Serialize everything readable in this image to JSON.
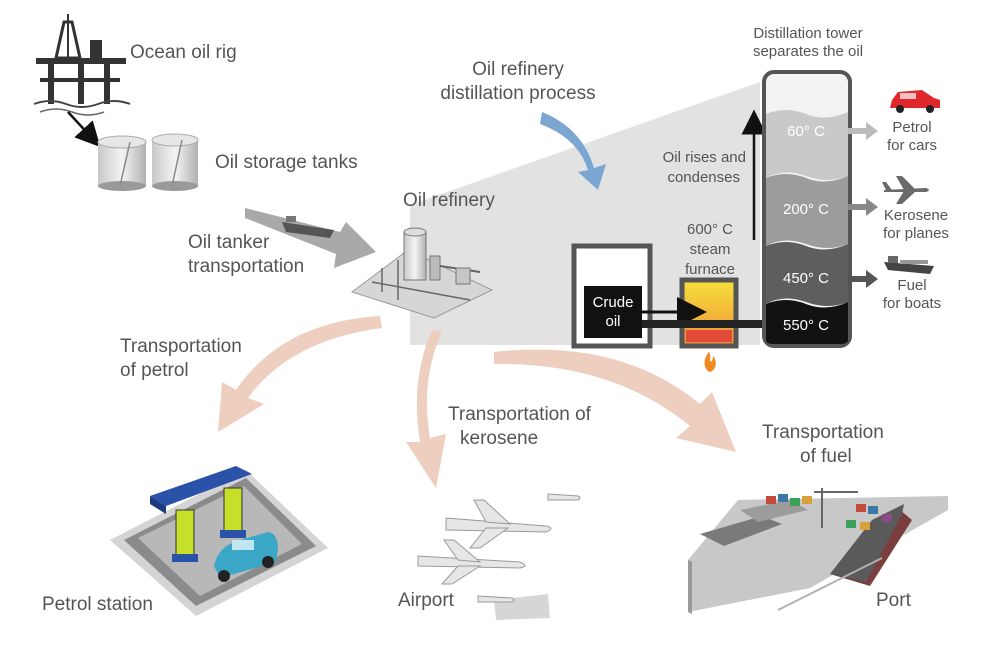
{
  "labels": {
    "ocean_rig": "Ocean oil rig",
    "storage_tanks": "Oil storage tanks",
    "tanker_line1": "Oil tanker",
    "tanker_line2": "transportation",
    "refinery": "Oil refinery",
    "process_line1": "Oil refinery",
    "process_line2": "distillation process",
    "tower_line1": "Distillation tower",
    "tower_line2": "separates the oil",
    "rises_line1": "Oil rises and",
    "rises_line2": "condenses",
    "furnace_line1": "600° C",
    "furnace_line2": "steam",
    "furnace_line3": "furnace",
    "crude_line1": "Crude",
    "crude_line2": "oil",
    "petrol_transport_line1": "Transportation",
    "petrol_transport_line2": "of petrol",
    "kerosene_transport_line1": "Transportation of",
    "kerosene_transport_line2": "kerosene",
    "fuel_transport_line1": "Transportation",
    "fuel_transport_line2": "of fuel",
    "petrol_station": "Petrol station",
    "airport": "Airport",
    "port": "Port"
  },
  "tower_layers": [
    {
      "temp": "60° C",
      "product_line1": "Petrol",
      "product_line2": "for cars",
      "icon": "car-icon"
    },
    {
      "temp": "200° C",
      "product_line1": "Kerosene",
      "product_line2": "for planes",
      "icon": "plane-icon"
    },
    {
      "temp": "450° C",
      "product_line1": "Fuel",
      "product_line2": "for boats",
      "icon": "boat-icon"
    },
    {
      "temp": "550° C",
      "product_line1": "",
      "product_line2": "",
      "icon": ""
    }
  ],
  "colors": {
    "transport_arrow": "#eccbbc",
    "process_arrow": "#7aa6d1",
    "tanker_arrow": "#9a9a9a",
    "panel": "#e2e2e2",
    "flame": "#f28a1e"
  }
}
